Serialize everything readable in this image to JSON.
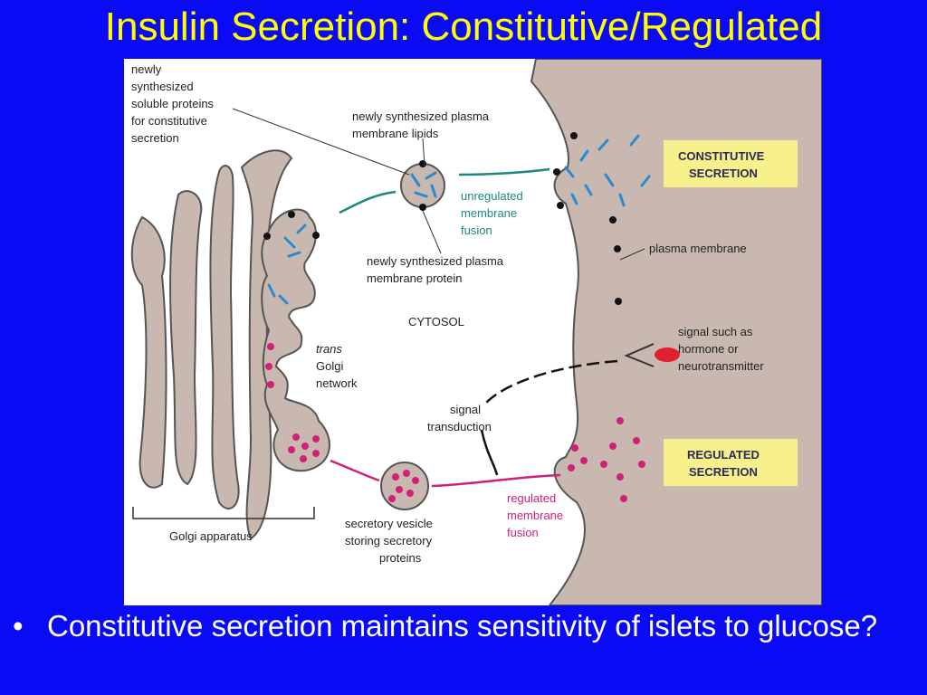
{
  "slide": {
    "title": "Insulin Secretion: Constitutive/Regulated",
    "bullet": "Constitutive secretion maintains sensitivity of islets to glucose?"
  },
  "colors": {
    "background": "#0a0af5",
    "title": "#ffff00",
    "membrane_fill": "#c8b8b0",
    "constitutive_arrow": "#1a8a7a",
    "regulated_arrow": "#d0207a",
    "box_fill": "#f8f08a"
  },
  "diagram": {
    "labels": {
      "soluble1": "newly",
      "soluble2": "synthesized",
      "soluble3": "soluble proteins",
      "soluble4": "for constitutive",
      "soluble5": "secretion",
      "lipids1": "newly synthesized plasma",
      "lipids2": "membrane lipids",
      "unreg1": "unregulated",
      "unreg2": "membrane",
      "unreg3": "fusion",
      "protein1": "newly synthesized plasma",
      "protein2": "membrane protein",
      "cytosol": "CYTOSOL",
      "trans1": "trans",
      "trans2": "Golgi",
      "trans3": "network",
      "plasma": "plasma membrane",
      "signal1": "signal such as",
      "signal2": "hormone or",
      "signal3": "neurotransmitter",
      "transduction1": "signal",
      "transduction2": "transduction",
      "golgi": "Golgi apparatus",
      "vesicle1": "secretory vesicle",
      "vesicle2": "storing secretory",
      "vesicle3": "proteins",
      "reg1": "regulated",
      "reg2": "membrane",
      "reg3": "fusion",
      "constitutive_box1": "CONSTITUTIVE",
      "constitutive_box2": "SECRETION",
      "regulated_box1": "REGULATED",
      "regulated_box2": "SECRETION"
    }
  }
}
